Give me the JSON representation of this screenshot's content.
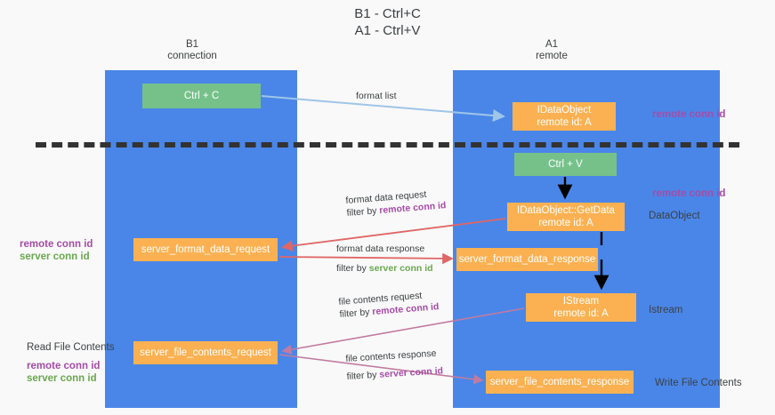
{
  "title": {
    "line1": "B1 - Ctrl+C",
    "line2": "A1 - Ctrl+V"
  },
  "columns": [
    {
      "name": "B1",
      "sub": "connection"
    },
    {
      "name": "A1",
      "sub": "remote"
    }
  ],
  "boxes": {
    "ctrl_c": {
      "label": "Ctrl + C",
      "color": "#76c18a"
    },
    "idataobject": {
      "line1": "IDataObject",
      "line2": "remote id: A",
      "color": "#fbb151"
    },
    "ctrl_v": {
      "label": "Ctrl + V",
      "color": "#76c18a"
    },
    "getdata": {
      "line1": "IDataObject::GetData",
      "line2": "remote id: A",
      "color": "#fbb151"
    },
    "server_format_data_request": {
      "label": "server_format_data_request",
      "color": "#fbb151"
    },
    "server_format_data_response": {
      "label": "server_format_data_response",
      "color": "#fbb151"
    },
    "istream": {
      "line1": "IStream",
      "line2": "remote id: A",
      "color": "#fbb151"
    },
    "server_file_contents_request": {
      "label": "server_file_contents_request",
      "color": "#fbb151"
    },
    "server_file_contents_response": {
      "label": "server_file_contents_response",
      "color": "#fbb151"
    }
  },
  "edge_labels": {
    "format_list": "format list",
    "format_data_request": {
      "line1": "format data request",
      "filter_prefix": "filter by ",
      "filter_key": "remote conn id"
    },
    "format_data_response": {
      "line1": "format data response",
      "filter_prefix": "filter by ",
      "filter_key": "server conn id"
    },
    "file_contents_request": {
      "line1": "file contents request",
      "filter_prefix": "filter by ",
      "filter_key": "remote conn id"
    },
    "file_contents_response": {
      "line1": "file contents response",
      "filter_prefix": "filter by ",
      "filter_key": "server conn id"
    }
  },
  "annotations": {
    "right_remote_conn_id_top": "remote conn id",
    "right_remote_conn_id_mid": "remote conn id",
    "right_dataobject": "DataObject",
    "right_istream": "Istream",
    "right_write_file_contents": "Write File Contents",
    "left_remote_conn_id_mid": "remote conn id",
    "left_server_conn_id_mid": "server conn id",
    "left_read_file_contents": "Read File Contents",
    "left_remote_conn_id_bottom": "remote conn id",
    "left_server_conn_id_bottom": "server conn id"
  },
  "colors": {
    "lane": "#4a86e8",
    "green_box": "#76c18a",
    "orange_box": "#fbb151",
    "purple_text": "#a64ca6",
    "green_text": "#6aa84f",
    "divider": "#333333",
    "arrow_blue": "#9fc5e8",
    "arrow_black": "#000000",
    "arrow_red": "#e06666",
    "arrow_magenta": "#c27ba0",
    "background": "#f9f9f9"
  }
}
